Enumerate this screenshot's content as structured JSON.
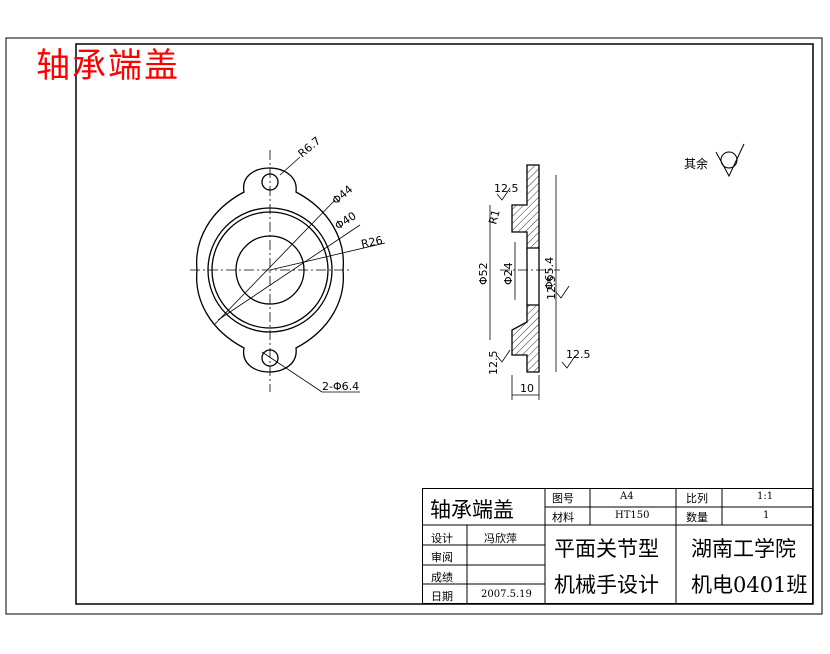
{
  "drawing": {
    "title": "轴承端盖",
    "roughness_note": "其余"
  },
  "dimensions": {
    "front": {
      "r_ear": "R6.7",
      "d_outer": "Φ44",
      "d_bolt": "Φ40",
      "r_body": "R26",
      "holes": "2-Φ6.4"
    },
    "section": {
      "rough_top": "12.5",
      "fillet": "R1",
      "d_bore": "Φ52",
      "d_inner": "Φ24",
      "d_flange": "Φ65.4",
      "rough_mid": "12.5",
      "rough_right": "12.5",
      "rough_bottom": "12.5",
      "thickness": "10"
    }
  },
  "title_block": {
    "part_name": "轴承端盖",
    "drawing_no_label": "图号",
    "drawing_no_value": "A4",
    "material_label": "材料",
    "material_value": "HT150",
    "scale_label": "比列",
    "scale_value": "1:1",
    "quantity_label": "数量",
    "quantity_value": "1",
    "design_label": "设计",
    "designer": "冯欣萍",
    "review_label": "审阅",
    "score_label": "成绩",
    "date_label": "日期",
    "date_value": "2007.5.19",
    "project_line1": "平面关节型",
    "project_line2": "机械手设计",
    "school_line1": "湖南工学院",
    "school_line2": "机电0401班"
  }
}
